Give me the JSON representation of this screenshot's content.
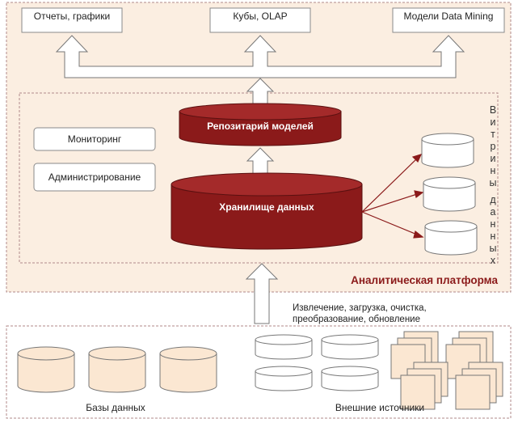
{
  "outputs": {
    "reports": "Отчеты, графики",
    "cubes": "Кубы, OLAP",
    "models": "Модели Data Mining"
  },
  "services": {
    "monitoring": "Мониторинг",
    "administration": "Администрирование"
  },
  "model_repository": "Репозитарий моделей",
  "data_warehouse": "Хранилище данных",
  "data_marts_label": [
    "Витрины",
    "данных"
  ],
  "platform_label": "Аналитическая платформа",
  "etl_label": [
    "Извлечение, загрузка, очистка,",
    "преобразование, обновление"
  ],
  "sources": {
    "databases": "Базы данных",
    "external": "Внешние источники"
  },
  "colors": {
    "platform_bg": "#fbeee1",
    "source_fill": "#fbe7d2",
    "cylinder_dark": "#8b1a1a",
    "border": "#a87878"
  }
}
